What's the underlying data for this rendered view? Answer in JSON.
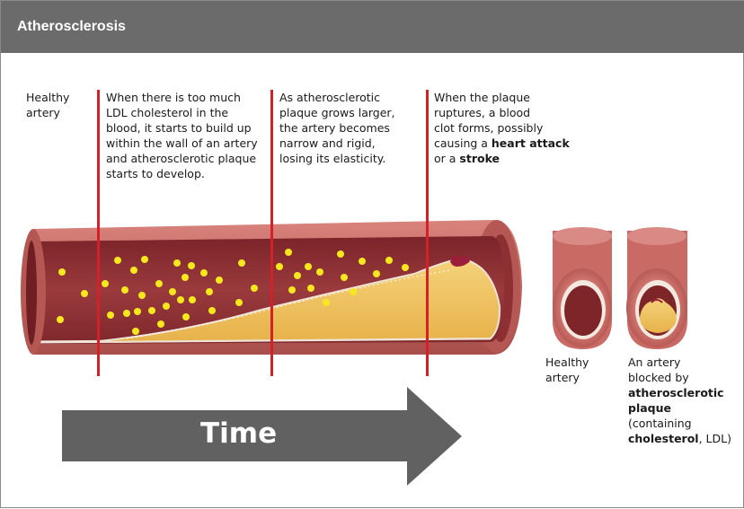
{
  "header": {
    "title": "Atherosclerosis"
  },
  "captions": {
    "healthy": "Healthy\nartery",
    "stage1": "When there is too much\nLDL cholesterol in the\nblood, it starts to build up\nwithin the wall of an artery\nand atherosclerotic plaque\nstarts to develop.",
    "stage2": "As atherosclerotic\nplaque grows larger,\nthe artery becomes\nnarrow and rigid,\nlosing its elasticity.",
    "stage3_pre": "When the plaque\nruptures, a blood\nclot forms, possibly\ncausing a ",
    "stage3_b1": "heart attack",
    "stage3_mid": "\nor a ",
    "stage3_b2": "stroke"
  },
  "cross_sections": {
    "healthy_label": "Healthy\nartery",
    "blocked_pre": "An artery\nblocked by\n",
    "blocked_b1": "atherosclerotic\nplaque",
    "blocked_mid": "\n(containing\n",
    "blocked_b2": "cholesterol",
    "blocked_post": ", LDL)"
  },
  "timeline": {
    "label": "Time"
  },
  "colors": {
    "header_bg": "#6b6b6b",
    "marker": "#d42027",
    "artery_wall": "#c0645f",
    "lumen": "#8e2f33",
    "plaque": "#f2c462",
    "ldl_particle": "#f7e81e",
    "arrow": "#616161"
  }
}
